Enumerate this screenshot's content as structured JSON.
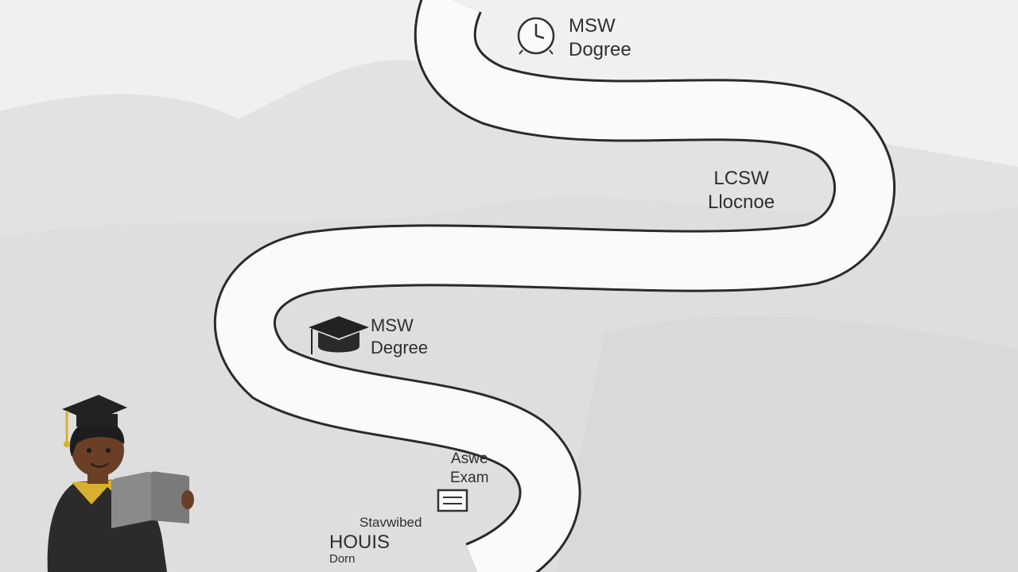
{
  "milestones": [
    {
      "line1": "MSW",
      "line2": "Dogree",
      "icon": "clock-icon"
    },
    {
      "line1": "LCSW",
      "line2": "Llocnoe",
      "icon": ""
    },
    {
      "line1": "MSW",
      "line2": "Degree",
      "icon": "graduation-cap-icon"
    },
    {
      "line1": "Aswe",
      "line2": "Exam",
      "icon": "document-icon"
    },
    {
      "line1": "Stavwibed",
      "line2": "",
      "icon": ""
    },
    {
      "line1": "HOUIS",
      "line2": "Dorn",
      "icon": ""
    }
  ],
  "figure": {
    "icon": "graduate-person-icon",
    "held_item": "open-book-icon"
  },
  "colors": {
    "background": "#f0f0f0",
    "hills": "#dedede",
    "road": "#fafafa",
    "road_edge": "#2a2a2a",
    "gown": "#2b2b2b",
    "stole": "#d9b02e",
    "skin": "#6b3e26",
    "book": "#8a8a8a"
  }
}
